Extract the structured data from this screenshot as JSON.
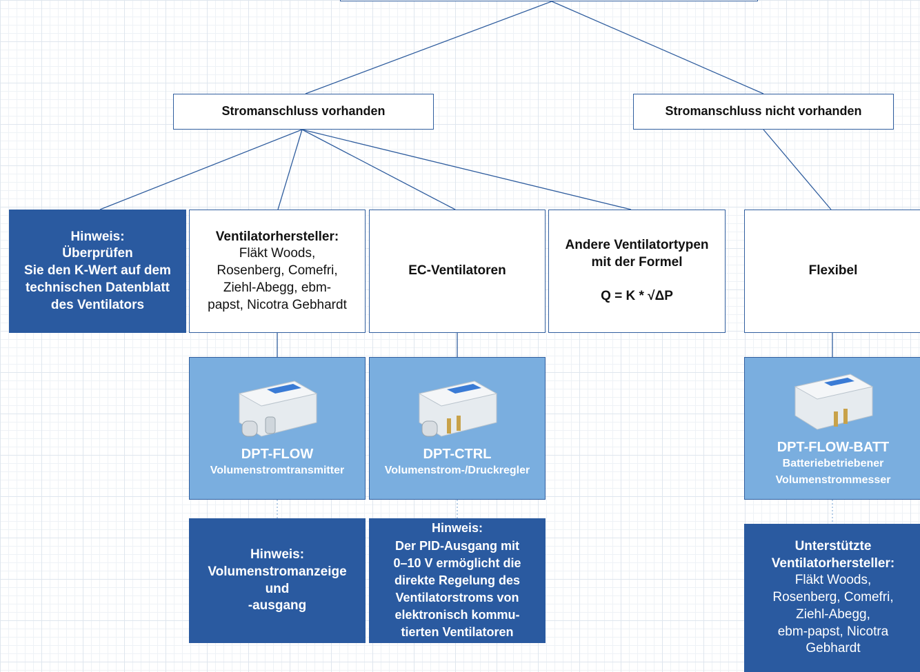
{
  "root_branches": {
    "left": "Stromanschluss vorhanden",
    "right": "Stromanschluss nicht vorhanden"
  },
  "categories": {
    "hinweis_kwert": [
      "Hinweis:",
      "Überprüfen",
      "Sie den K-Wert auf dem",
      "technischen Datenblatt",
      "des Ventilators"
    ],
    "hersteller": {
      "title": "Ventilatorhersteller:",
      "lines": [
        "Fläkt Woods,",
        "Rosenberg, Comefri,",
        "Ziehl-Abegg, ebm-",
        "papst, Nicotra Gebhardt"
      ]
    },
    "ec": "EC-Ventilatoren",
    "andere": {
      "lines": [
        "Andere Ventilatortypen",
        "mit der Formel"
      ],
      "formula": "Q = K * √ΔP"
    },
    "flexibel": "Flexibel"
  },
  "products": [
    {
      "name": "DPT-FLOW",
      "desc": [
        "Volumenstromtransmitter"
      ]
    },
    {
      "name": "DPT-CTRL",
      "desc": [
        "Volumenstrom-/Druckregler"
      ]
    },
    {
      "name": "DPT-FLOW-BATT",
      "desc": [
        "Batteriebetriebener",
        "Volumenstrommesser"
      ]
    }
  ],
  "notes": {
    "flow": [
      "Hinweis:",
      "Volumenstromanzeige",
      "und",
      "-ausgang"
    ],
    "ctrl": [
      "Hinweis:",
      "Der PID-Ausgang mit",
      "0–10 V ermöglicht die",
      "direkte Regelung des",
      "Ventilatorstroms von",
      "elektronisch kommu-",
      "tierten Ventilatoren"
    ],
    "batt": {
      "title": [
        "Unterstützte",
        "Ventilatorhersteller:"
      ],
      "lines": [
        "Fläkt Woods,",
        "Rosenberg, Comefri,",
        "Ziehl-Abegg,",
        "ebm-papst, Nicotra",
        "Gebhardt"
      ]
    }
  },
  "colors": {
    "dark_box": "#2a5aa0",
    "light_box": "#7aaedf",
    "border": "#2f5d9e"
  }
}
